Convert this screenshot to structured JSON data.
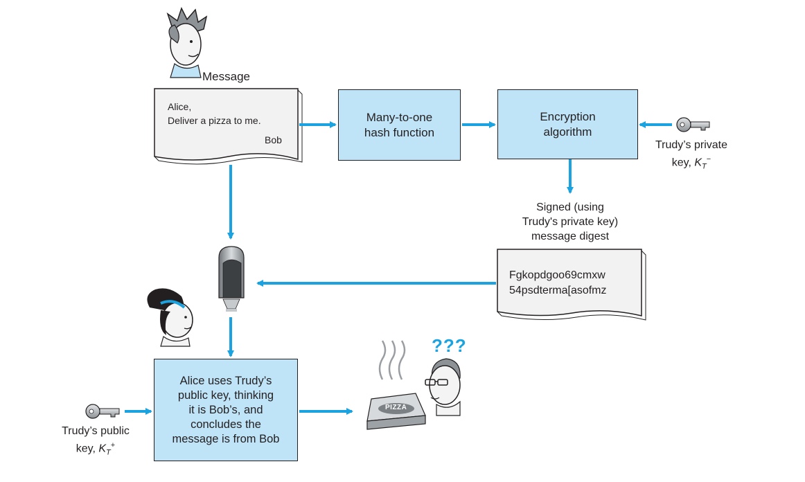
{
  "message": {
    "title": "Message",
    "line1": "Alice,",
    "line2": "Deliver a pizza to me.",
    "signature": "Bob"
  },
  "hash_box": {
    "line1": "Many-to-one",
    "line2": "hash function"
  },
  "encrypt_box": {
    "line1": "Encryption",
    "line2": "algorithm"
  },
  "private_key": {
    "line1": "Trudy’s private",
    "line2_prefix": "key, ",
    "symbol": "K",
    "sub": "T",
    "sup": "−"
  },
  "signed_label": {
    "line1": "Signed (using",
    "line2": "Trudy's private key)",
    "line3": "message digest"
  },
  "digest": {
    "line1": "Fgkopdgoo69cmxw",
    "line2": "54psdterma[asofmz"
  },
  "alice_box": {
    "line1": "Alice uses Trudy’s",
    "line2": "public key, thinking",
    "line3": "it is Bob’s, and",
    "line4": "concludes the",
    "line5": "message is from Bob"
  },
  "public_key": {
    "line1": "Trudy’s public",
    "line2_prefix": "key, ",
    "symbol": "K",
    "sub": "T",
    "sup": "+"
  },
  "pizza_label": "PIZZA",
  "confused": "???",
  "colors": {
    "box_fill": "#bfe3f7",
    "arrow": "#1aa3e0",
    "outline": "#231f20"
  }
}
